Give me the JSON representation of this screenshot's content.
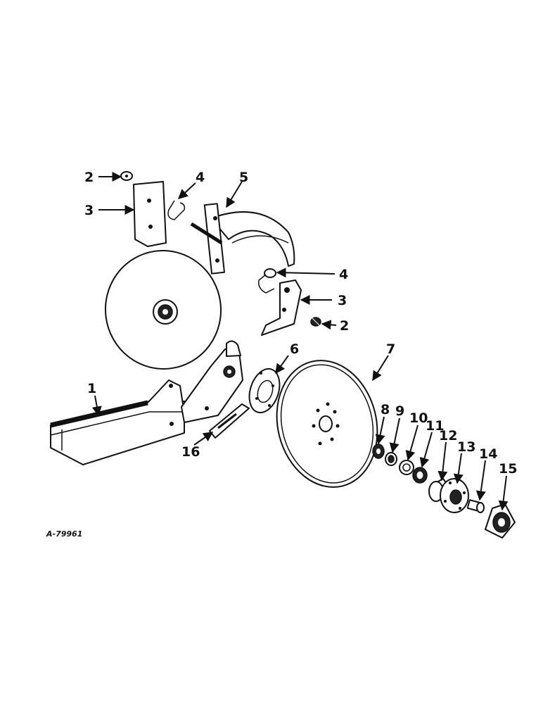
{
  "diagram": {
    "figure_code": "A-79961",
    "callouts": [
      "1",
      "2",
      "3",
      "4",
      "5",
      "6",
      "7",
      "8",
      "9",
      "10",
      "11",
      "12",
      "13",
      "14",
      "15",
      "16"
    ],
    "repeated_callouts": [
      "2",
      "3",
      "4"
    ],
    "colors": {
      "ink": "#111111",
      "background": "#ffffff"
    }
  }
}
